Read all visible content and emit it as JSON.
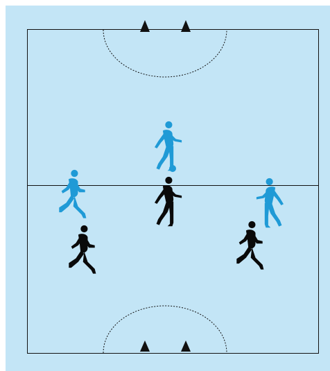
{
  "diagram": {
    "background_color": "#c3e5f6",
    "line_color": "#111111",
    "team_colors": {
      "attacking": "#1f9ad6",
      "defending": "#0a0a0a"
    },
    "elements": {
      "cones": {
        "count": 4,
        "icon": "triangle-cone-icon"
      },
      "players": [
        {
          "team": "attacking",
          "role": "player-on-ball",
          "icon": "running-player-icon"
        },
        {
          "team": "attacking",
          "role": "left-winger",
          "icon": "running-player-icon"
        },
        {
          "team": "attacking",
          "role": "right-winger",
          "icon": "running-player-icon"
        },
        {
          "team": "defending",
          "role": "central-defender",
          "icon": "running-player-icon"
        },
        {
          "team": "defending",
          "role": "left-defender",
          "icon": "running-player-icon"
        },
        {
          "team": "defending",
          "role": "right-defender",
          "icon": "running-player-icon"
        }
      ],
      "ball": {
        "icon": "ball-icon"
      }
    }
  }
}
